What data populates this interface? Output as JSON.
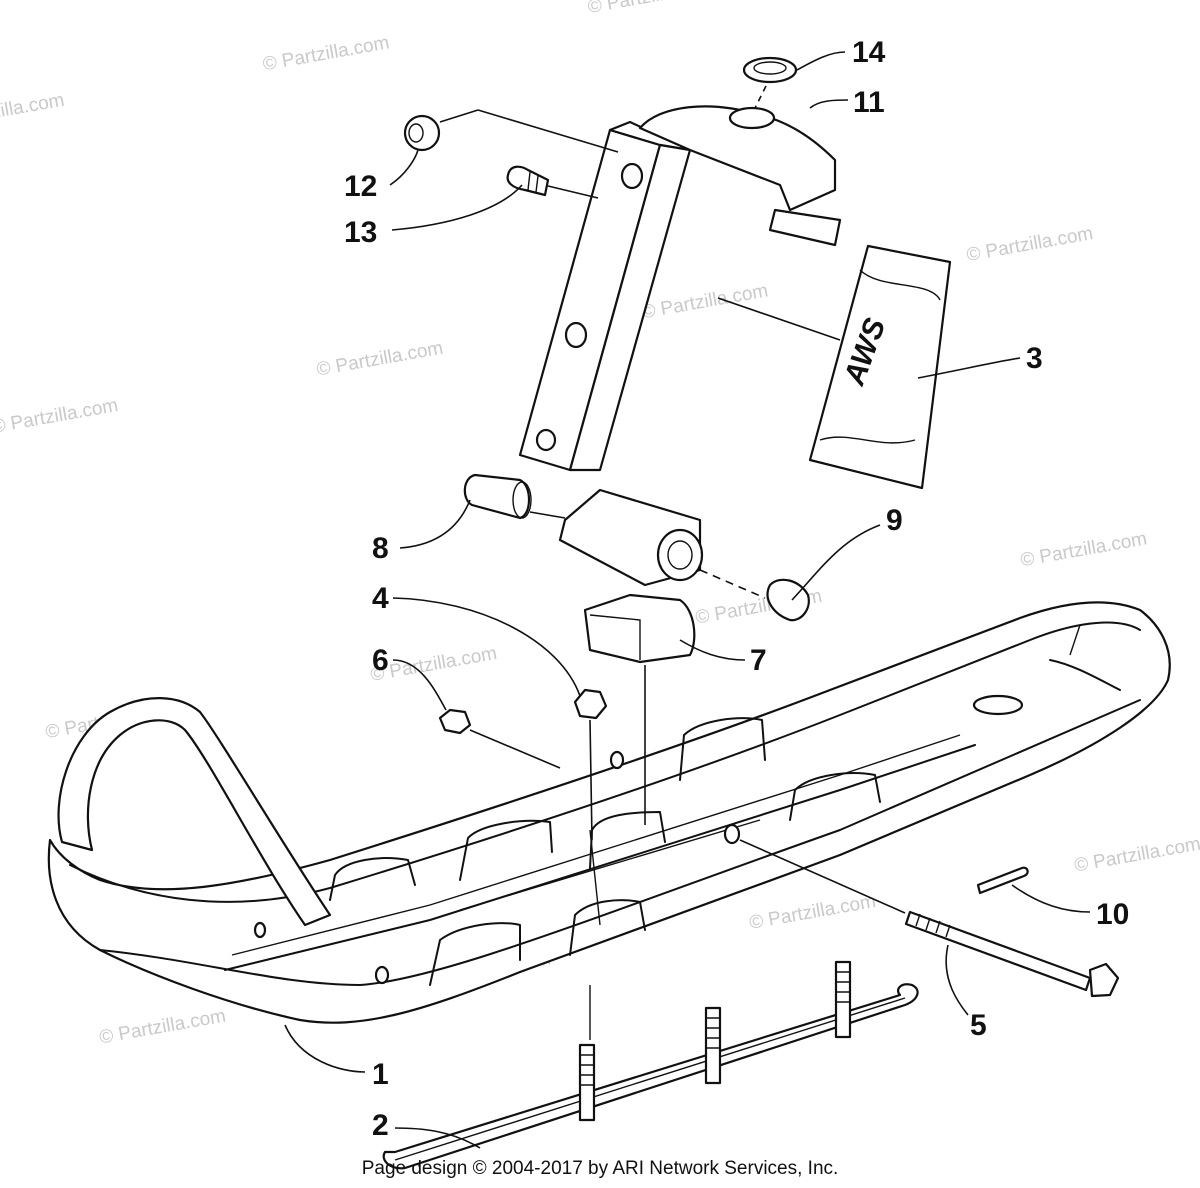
{
  "watermark": "© Partzilla.com",
  "footer": "Page design © 2004-2017 by ARI Network Services, Inc.",
  "decal_text": "AWS",
  "callouts": [
    {
      "id": "1",
      "label": "1"
    },
    {
      "id": "2",
      "label": "2"
    },
    {
      "id": "3",
      "label": "3"
    },
    {
      "id": "4",
      "label": "4"
    },
    {
      "id": "5",
      "label": "5"
    },
    {
      "id": "6",
      "label": "6"
    },
    {
      "id": "7",
      "label": "7"
    },
    {
      "id": "8",
      "label": "8"
    },
    {
      "id": "9",
      "label": "9"
    },
    {
      "id": "10",
      "label": "10"
    },
    {
      "id": "11",
      "label": "11"
    },
    {
      "id": "12",
      "label": "12"
    },
    {
      "id": "13",
      "label": "13"
    },
    {
      "id": "14",
      "label": "14"
    }
  ]
}
